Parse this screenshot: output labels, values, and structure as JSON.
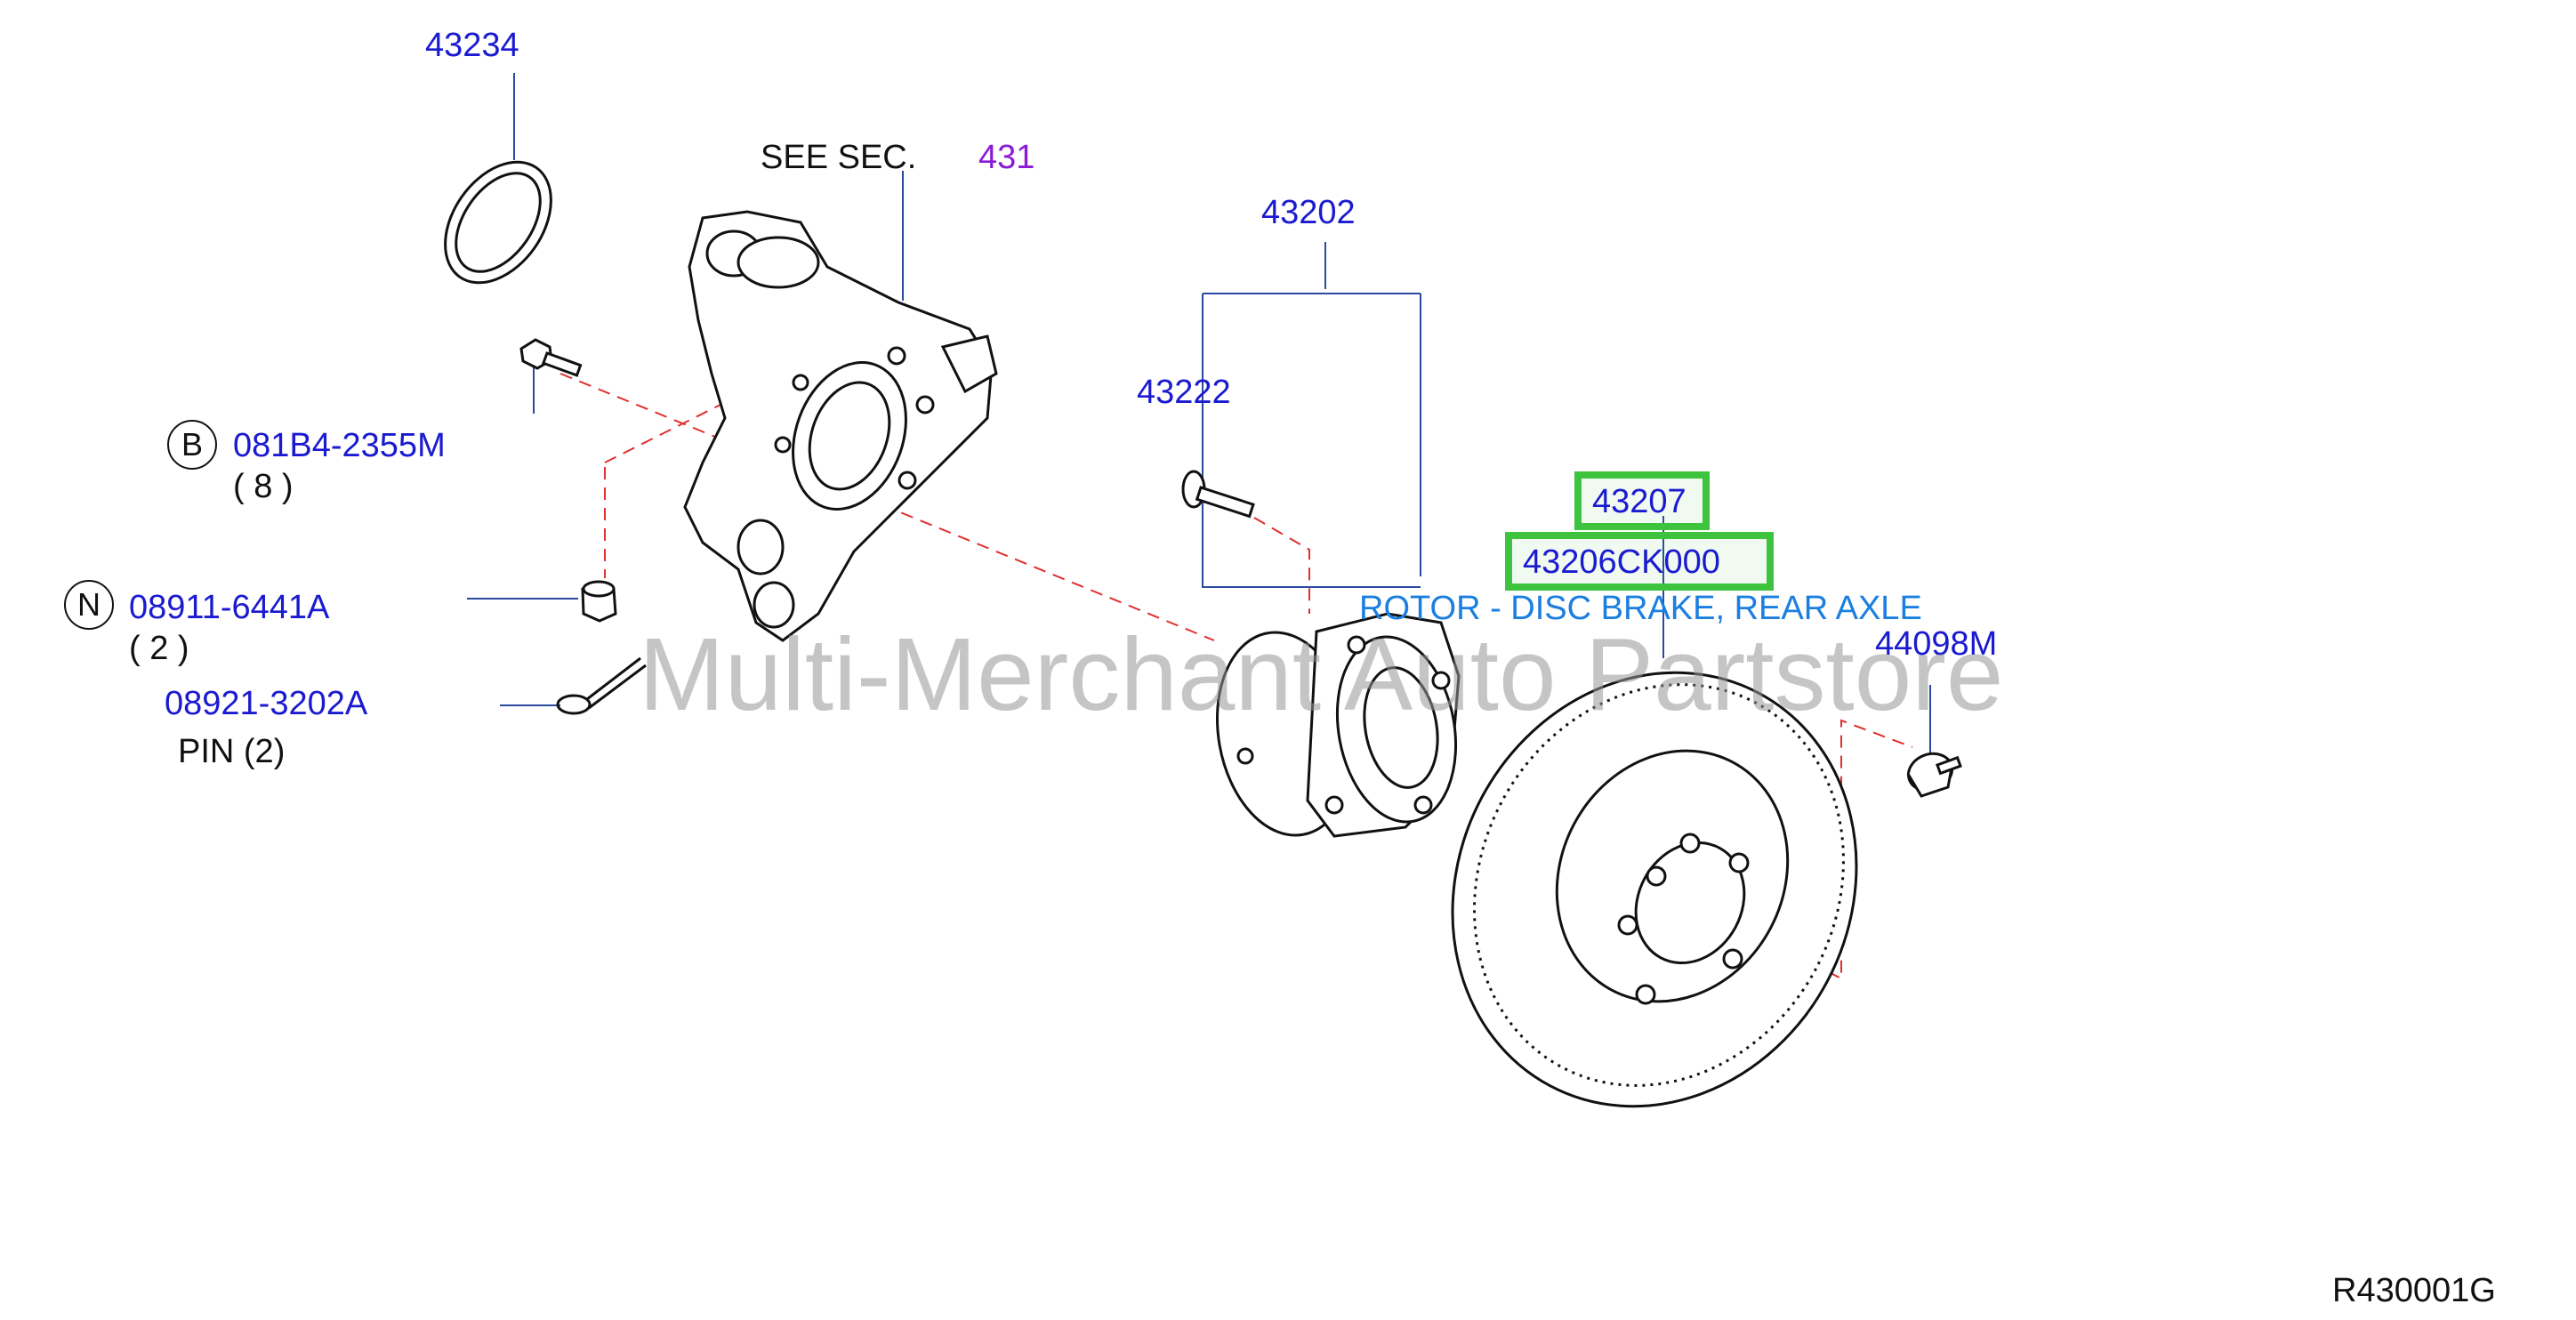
{
  "labels": {
    "p43234": "43234",
    "see_sec": "SEE  SEC.",
    "see_sec_num": "431",
    "p43202": "43202",
    "p43222": "43222",
    "b_mark": "B",
    "p081b4": "081B4-2355M",
    "qty_8": "( 8 )",
    "n_mark": "N",
    "p08911": "08911-6441A",
    "qty_2": "( 2 )",
    "p08921": "08921-3202A",
    "pin_2": "PIN  (2)",
    "p43207": "43207",
    "p43206": "43206CK000",
    "rotor_desc": "ROTOR - DISC BRAKE, REAR AXLE",
    "p44098": "44098M",
    "diagram_code": "R430001G"
  },
  "watermark": "Multi-Merchant Auto Partstore",
  "colors": {
    "part_number": "#1a1ad0",
    "description": "#1a7fe0",
    "section_ref": "#8a1ad6",
    "highlight": "#3ec33e",
    "dashed_leader": "#e03030",
    "leader_line": "#2a4aa0"
  }
}
